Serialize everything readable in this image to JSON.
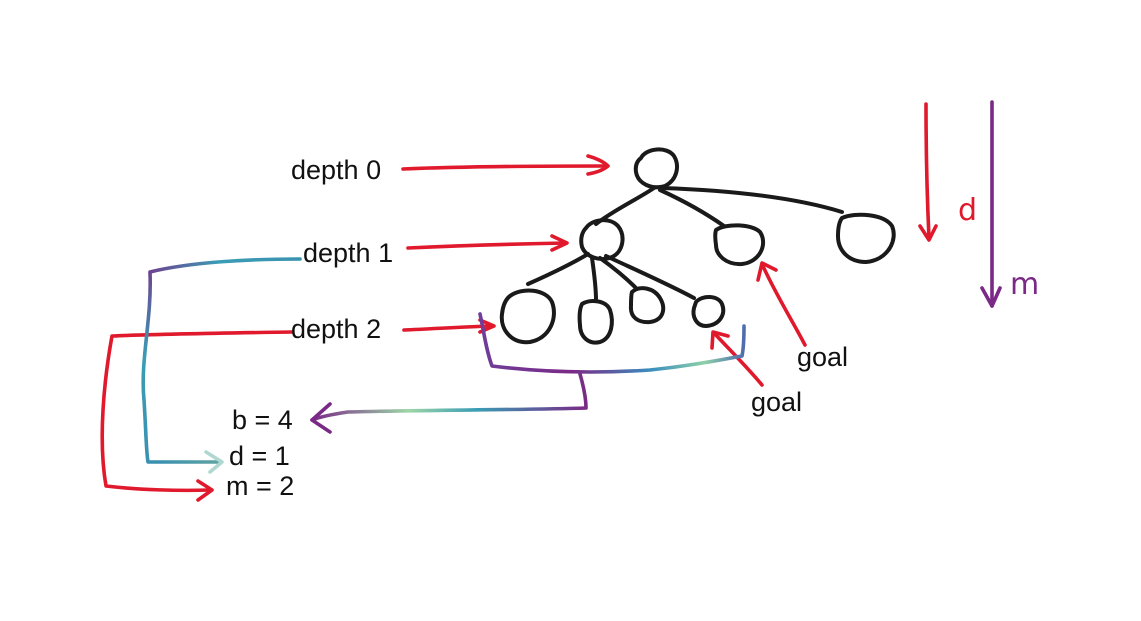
{
  "labels": {
    "depth0": "depth 0",
    "depth1": "depth 1",
    "depth2": "depth 2",
    "goal_a": "goal",
    "goal_b": "goal",
    "b": "b = 4",
    "d": "d = 1",
    "m": "m = 2",
    "d_arrow": "d",
    "m_arrow": "m"
  },
  "colors": {
    "ink": "#1a1a1a",
    "red": "#e0192d",
    "purple": "#7a2a86",
    "teal": "#3a9db5",
    "green": "#9ed6a8"
  }
}
